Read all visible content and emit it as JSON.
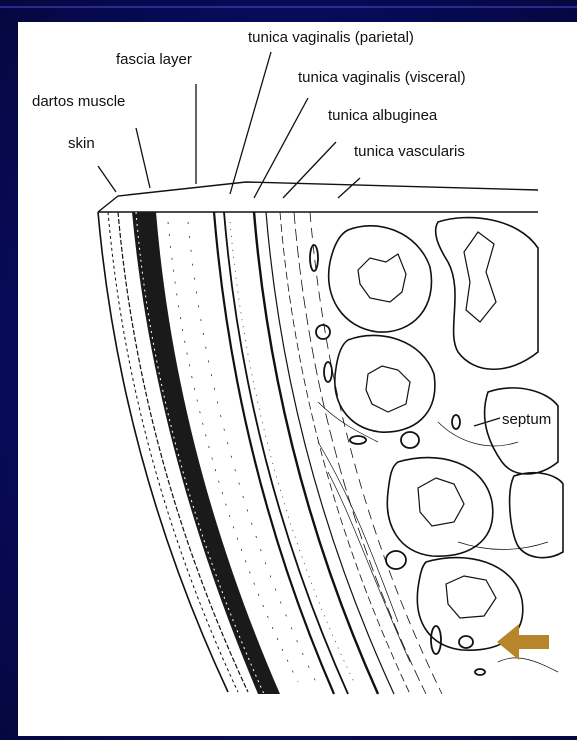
{
  "labels": {
    "tunica_vaginalis_parietal": "tunica vaginalis (parietal)",
    "fascia_layer": "fascia layer",
    "tunica_vaginalis_visceral": "tunica vaginalis (visceral)",
    "dartos_muscle": "dartos muscle",
    "tunica_albuginea": "tunica albuginea",
    "skin": "skin",
    "tunica_vascularis": "tunica vascularis",
    "septum": "septum"
  },
  "colors": {
    "background": "#0b0f6a",
    "panel": "#ffffff",
    "ink": "#111111",
    "arrow": "#b7862a"
  },
  "icons": {
    "pointer": "left-arrow-icon"
  }
}
